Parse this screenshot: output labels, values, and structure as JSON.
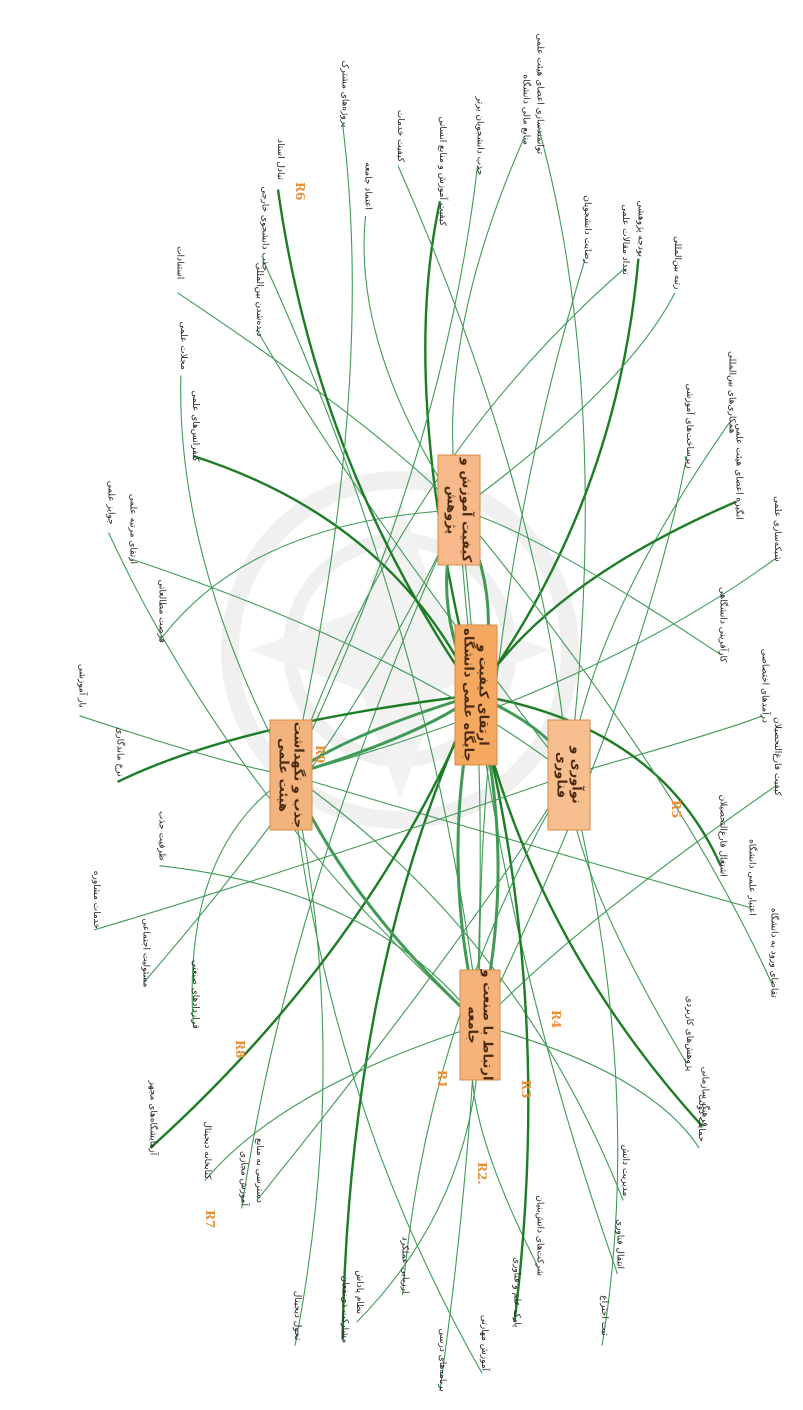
{
  "diagram": {
    "core_nodes": [
      {
        "id": "n1",
        "label_lines": [
          "ارتقای کیفیت و",
          "جایگاه علمی دانشگاه"
        ]
      },
      {
        "id": "n2",
        "label_lines": [
          "جذب و نگهداشت",
          "هیئت علمی"
        ]
      },
      {
        "id": "n3",
        "label_lines": [
          "کیفیت آموزش و",
          "پژوهش"
        ]
      },
      {
        "id": "n4",
        "label_lines": [
          "نوآوری و",
          "فناوری"
        ]
      },
      {
        "id": "n5",
        "label_lines": [
          "ارتباط با صنعت و",
          "جامعه"
        ]
      }
    ],
    "loops": [
      "R1",
      "R2.",
      "R3",
      "R4",
      "R5",
      "R6",
      "R7",
      "R8",
      "R9"
    ],
    "variables": [
      "کیفیت آموزش و منابع انسانی",
      "جذب دانشجویان برتر",
      "منابع مالی دانشگاه",
      "توانمندسازی اعضای هیئت علمی",
      "رضایت دانشجویان",
      "بودجه پژوهشی",
      "تعداد مقالات علمی",
      "رتبه بین‌المللی",
      "همکاری‌های بین‌المللی",
      "زیرساخت‌های آموزشی",
      "انگیزه اعضای هیئت علمی",
      "شبکه‌سازی علمی",
      "کارآفرینی دانشگاهی",
      "درآمدهای اختصاصی",
      "کیفیت فارغ‌التحصیلان",
      "اشتغال فارغ‌التحصیلان",
      "اعتبار علمی دانشگاه",
      "تقاضای ورود به دانشگاه",
      "پژوهش‌های کاربردی",
      "حمایت دولت",
      "فرهنگ سازمانی",
      "مدیریت دانش",
      "انتقال فناوری",
      "ثبت اختراع",
      "شرکت‌های دانش‌بنیان",
      "پارک علم و فناوری",
      "آموزش مهارتی",
      "برنامه‌های درسی",
      "ارزیابی عملکرد",
      "نظام پاداش",
      "مشارکت ذی‌نفعان",
      "تحول دیجیتال",
      "آموزش مجازی",
      "دسترسی به منابع",
      "کتابخانه دیجیتال",
      "آزمایشگاه‌های مجهز",
      "قراردادهای صنعتی",
      "مسئولیت اجتماعی",
      "خدمات مشاوره",
      "ظرفیت جذب",
      "نرخ ماندگاری",
      "بار آموزشی",
      "فرصت مطالعاتی",
      "ارتقای مرتبه علمی",
      "جوایز علمی",
      "کنفرانس‌های علمی",
      "مجلات علمی",
      "استنادات",
      "دیده‌شدن بین‌المللی",
      "جذب دانشجوی خارجی",
      "تبادل استاد",
      "پروژه‌های مشترک",
      "اعتماد جامعه",
      "کیفیت خدمات"
    ]
  }
}
